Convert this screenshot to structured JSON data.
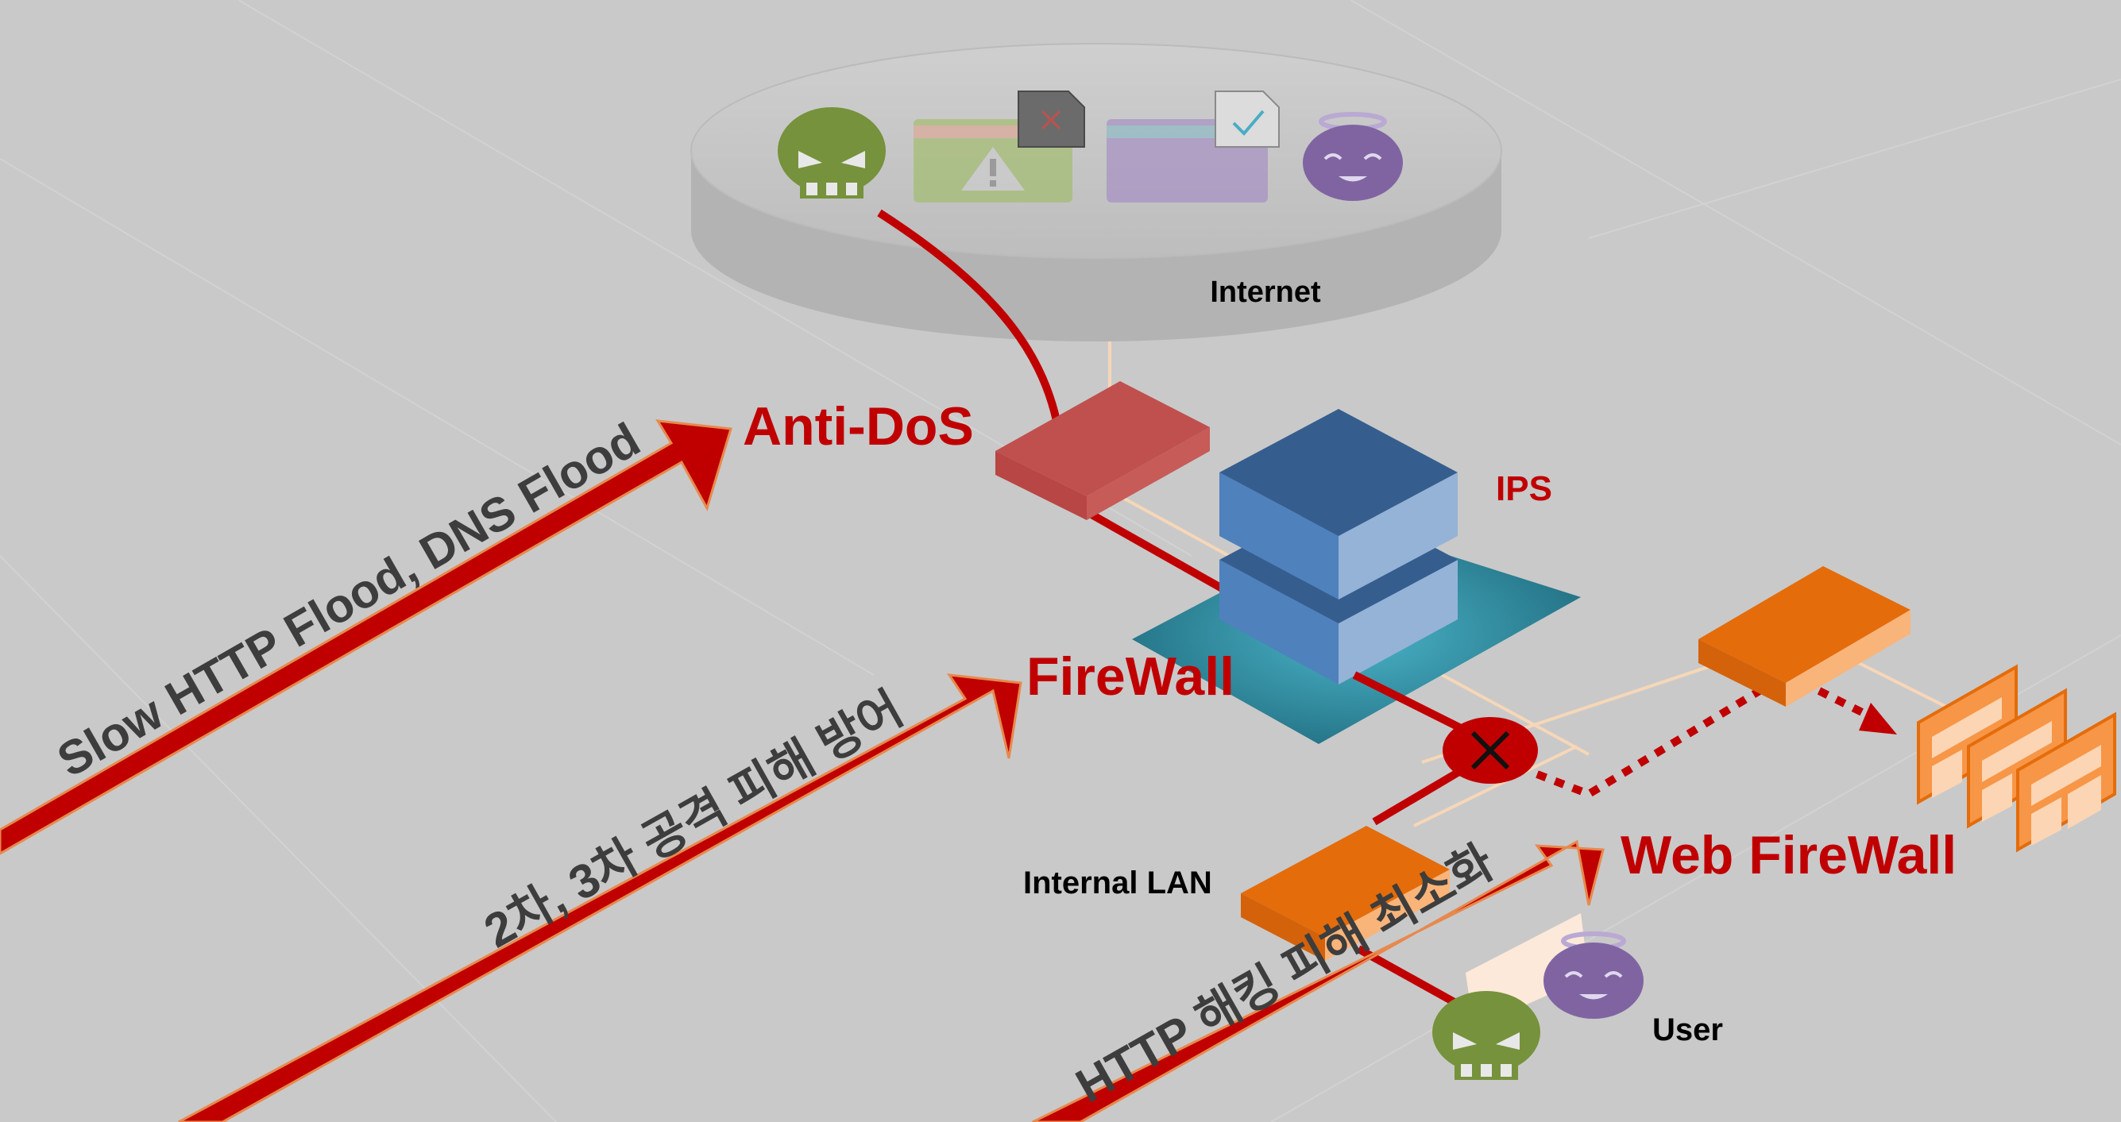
{
  "labels": {
    "internet": "Internet",
    "anti_dos": "Anti-DoS",
    "ips": "IPS",
    "firewall": "FireWall",
    "web_firewall": "Web FireWall",
    "internal_lan": "Internal LAN",
    "user": "User"
  },
  "arrows": {
    "arrow1": "Slow HTTP Flood, DNS Flood",
    "arrow2": "2차, 3차 공격 피해 방어",
    "arrow3": "HTTP 해킹 피해 최소화"
  },
  "colors": {
    "background": "#c9c9c9",
    "accent_red": "#c00000",
    "anti_dos_device": "#c0504d",
    "ips_blue": "#4f81bd",
    "firewall_teal": "#31859c",
    "web_firewall_orange": "#e46c0a",
    "skull_green": "#76923c",
    "angel_purple": "#8064a2"
  },
  "icons": [
    "skull-icon",
    "warning-window-icon",
    "blocked-file-icon",
    "approved-file-icon",
    "angel-icon",
    "blocked-x-icon",
    "web-page-icon"
  ]
}
